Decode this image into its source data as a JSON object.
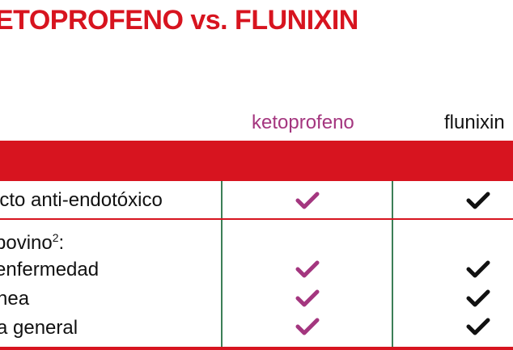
{
  "title": "ETOPROFENO vs. FLUNIXIN",
  "columns": {
    "keto": "ketoprofeno",
    "flu": "flunixin"
  },
  "rows": [
    {
      "label": "ecto anti-endotóxico"
    },
    {
      "label": "bovino",
      "sup": "2",
      "suffix": ":"
    },
    {
      "label": "enfermedad"
    },
    {
      "label": "nea"
    },
    {
      "label": "a general"
    }
  ],
  "colors": {
    "brand_red": "#d7141f",
    "keto_purple": "#a4367f",
    "check_black": "#111111",
    "divider_green": "#3c7f57"
  }
}
